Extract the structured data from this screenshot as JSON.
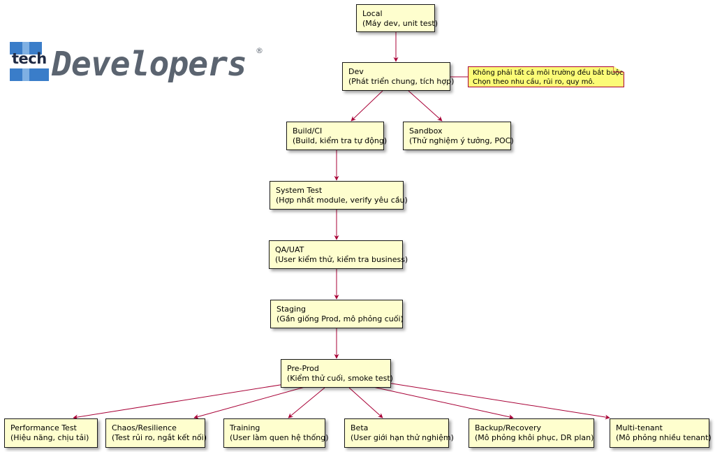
{
  "logo": {
    "prefix": "tech",
    "word": "Developers",
    "reg": "®"
  },
  "nodes": {
    "local": {
      "title": "Local",
      "desc": "(Máy dev, unit test)"
    },
    "dev": {
      "title": "Dev",
      "desc": "(Phát triển chung, tích hợp)"
    },
    "build": {
      "title": "Build/CI",
      "desc": "(Build, kiểm tra tự động)"
    },
    "sandbox": {
      "title": "Sandbox",
      "desc": "(Thử nghiệm ý tưởng, POC)"
    },
    "system": {
      "title": "System Test",
      "desc": "(Hợp nhất module, verify yêu cầu)"
    },
    "qa": {
      "title": "QA/UAT",
      "desc": "(User kiểm thử, kiểm tra business)"
    },
    "staging": {
      "title": "Staging",
      "desc": "(Gần giống Prod, mô phỏng cuối)"
    },
    "preprod": {
      "title": "Pre-Prod",
      "desc": "(Kiểm thử cuối, smoke test)"
    },
    "perf": {
      "title": "Performance Test",
      "desc": "(Hiệu năng, chịu tải)"
    },
    "chaos": {
      "title": "Chaos/Resilience",
      "desc": "(Test rủi ro, ngắt kết nối)"
    },
    "training": {
      "title": "Training",
      "desc": "(User làm quen hệ thống)"
    },
    "beta": {
      "title": "Beta",
      "desc": "(User giới hạn thử nghiệm)"
    },
    "backup": {
      "title": "Backup/Recovery",
      "desc": "(Mô phỏng khôi phục, DR plan)"
    },
    "multi": {
      "title": "Multi-tenant",
      "desc": "(Mô phỏng nhiều tenant)"
    }
  },
  "note": {
    "line1": "Không phải tất cả môi trường đều bắt buộc.",
    "line2": "Chọn theo nhu cầu, rủi ro, quy mô."
  },
  "colors": {
    "node_fill": "#fefece",
    "note_fill": "#fbfb77",
    "edge": "#a80036",
    "logo_blue": "#3a7dc9"
  }
}
